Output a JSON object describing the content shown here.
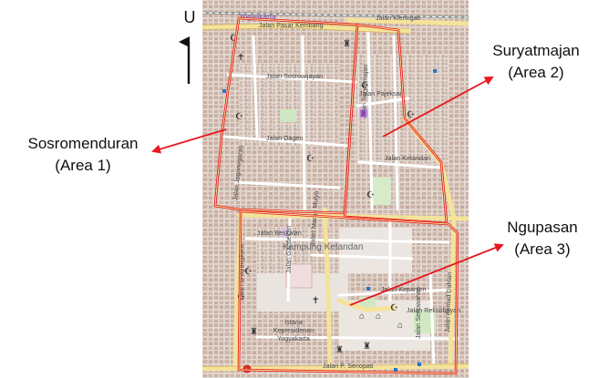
{
  "map": {
    "north_label": "U",
    "place_label": "Kampung Ketandan",
    "streets": [
      {
        "id": "pasar-kembang",
        "label": "Jalan Pasar Kembang"
      },
      {
        "id": "sosrowijayan",
        "label": "Jalan Sosrowijayan"
      },
      {
        "id": "dagen",
        "label": "Jalan Dagen"
      },
      {
        "id": "beskalan",
        "label": "Jalan Beskalan"
      },
      {
        "id": "ketandan",
        "label": "Jalan Ketandan"
      },
      {
        "id": "pajeksan",
        "label": "Jalan Pajeksan"
      },
      {
        "id": "margo-mulyo",
        "label": "Jalan Margo Mulyo"
      },
      {
        "id": "bhayangkara",
        "label": "Jalan Bhayangkara"
      },
      {
        "id": "senopati",
        "label": "Jalan P. Senopati"
      },
      {
        "id": "gandekan",
        "label": "Jalan Gandekan"
      },
      {
        "id": "kleringan",
        "label": "Jalan Kleringan"
      },
      {
        "id": "jogonegaran",
        "label": "Jalan Jogonegaran"
      },
      {
        "id": "kepanjen",
        "label": "Jalan Kepanjen"
      },
      {
        "id": "ahmad-dahlan",
        "label": "Jalan Ahmad Dahlan"
      },
      {
        "id": "senowahan",
        "label": "Jalan Senowahan"
      },
      {
        "id": "suryatmajan",
        "label": "Jalan Suryatmajan"
      },
      {
        "id": "reksobayan",
        "label": "Jalan Reksobayan"
      }
    ],
    "landmark": "Istana Kepresidenan Yogyakarta",
    "station_label": "Yogyakarta"
  },
  "callouts": [
    {
      "id": "area-1",
      "name": "Sosromenduran",
      "area": "(Area 1)"
    },
    {
      "id": "area-2",
      "name": "Suryatmajan",
      "area": "(Area 2)"
    },
    {
      "id": "area-3",
      "name": "Ngupasan",
      "area": "(Area 3)"
    }
  ],
  "colors": {
    "boundary": "#e8191f",
    "arrow": "#e8191f",
    "major_road": "#f6e9a0",
    "road": "#ffffff",
    "buildings": "#c9b2a6",
    "base": "#e7e1da"
  }
}
